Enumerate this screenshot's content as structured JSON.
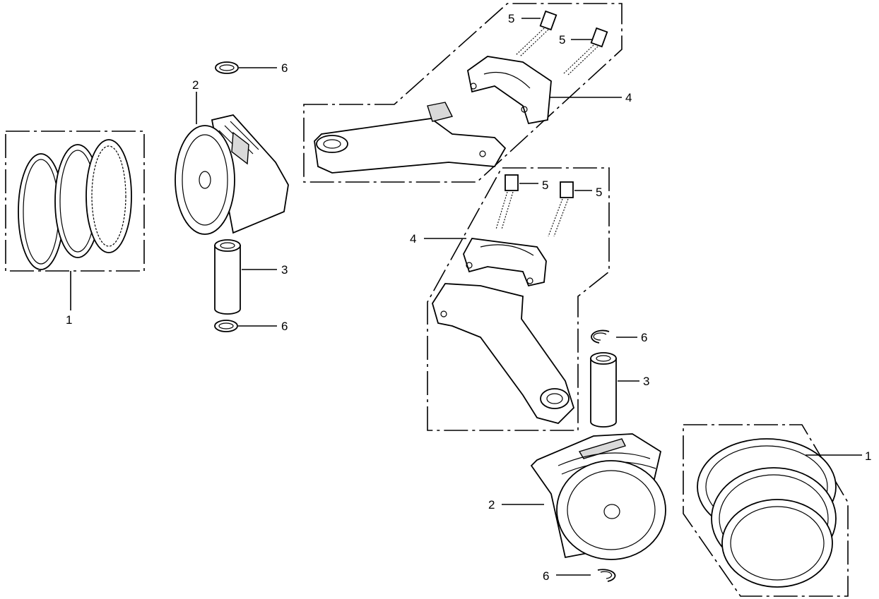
{
  "diagram": {
    "callouts": {
      "left_rings": "1",
      "left_piston": "2",
      "left_pin": "3",
      "left_rod_top": "4",
      "left_bolt_a": "5",
      "left_bolt_b": "5",
      "left_clip_top": "6",
      "left_clip_bottom": "6",
      "right_rings": "1",
      "right_piston": "2",
      "right_pin": "3",
      "right_rod": "4",
      "right_bolt_a": "5",
      "right_bolt_b": "5",
      "right_clip_top": "6",
      "right_clip_bottom": "6"
    }
  }
}
